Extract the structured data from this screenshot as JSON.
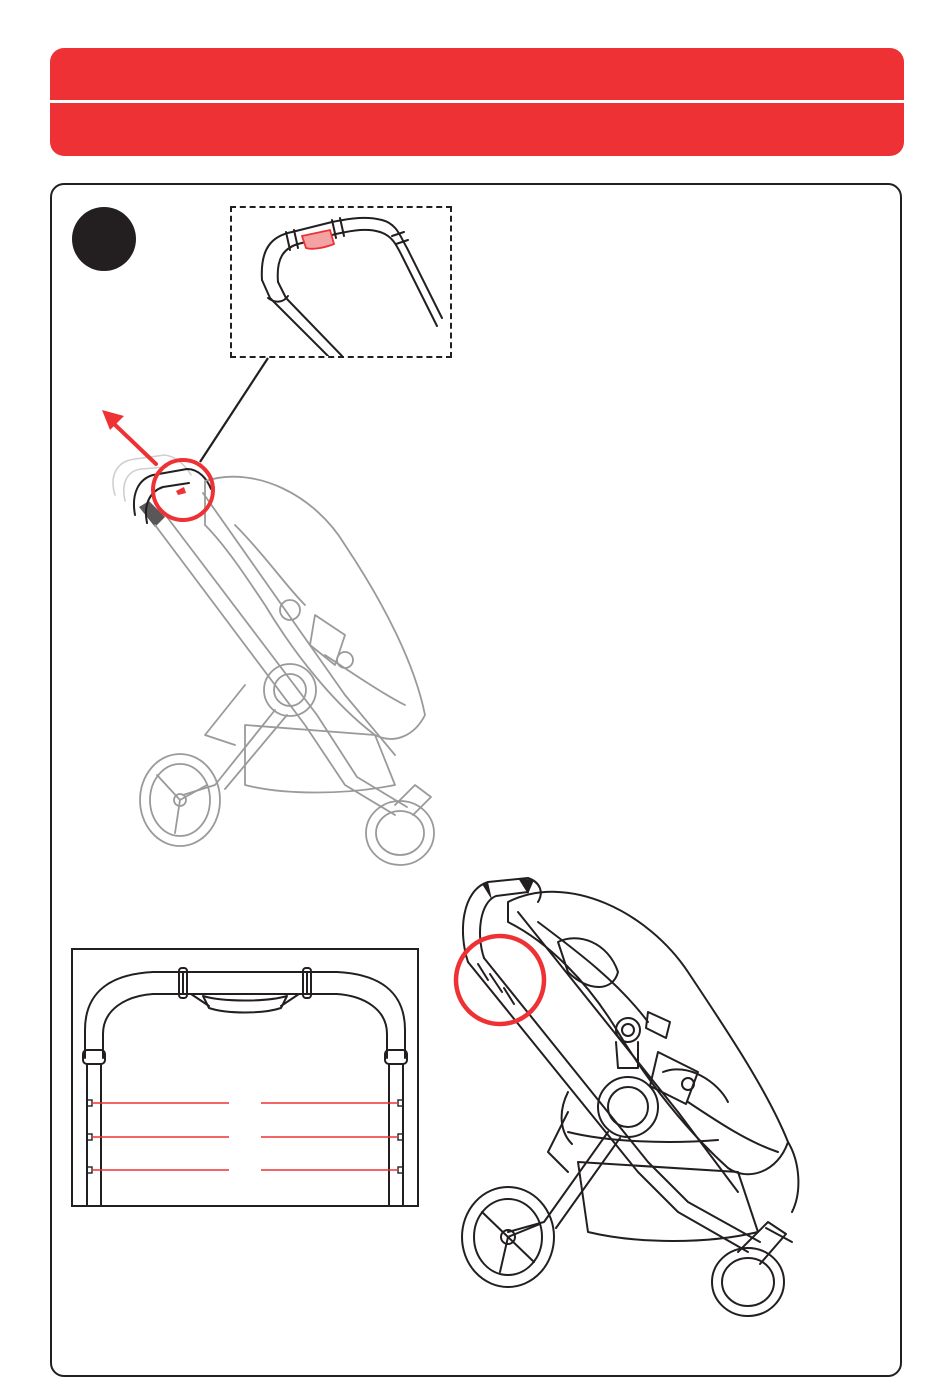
{
  "colors": {
    "accent": "#ee3134",
    "ink": "#231f20",
    "faint_ink": "#9a9a9a"
  },
  "header": {
    "top_label": "",
    "bottom_label": ""
  },
  "step": {
    "number": ""
  },
  "icons": {
    "step_badge": "filled-circle",
    "pull_arrow": "red-arrow-up-left",
    "highlight": "red-circle",
    "leader_line": "callout-line"
  },
  "illustrations": {
    "zoom_inset": "handlebar-release-button-detail",
    "stroller_before": "stroller-handle-extending",
    "handle_positions": "handlebar-height-positions",
    "stroller_after": "stroller-handle-adjusted"
  },
  "handle_positions": {
    "count_per_side": 3
  }
}
